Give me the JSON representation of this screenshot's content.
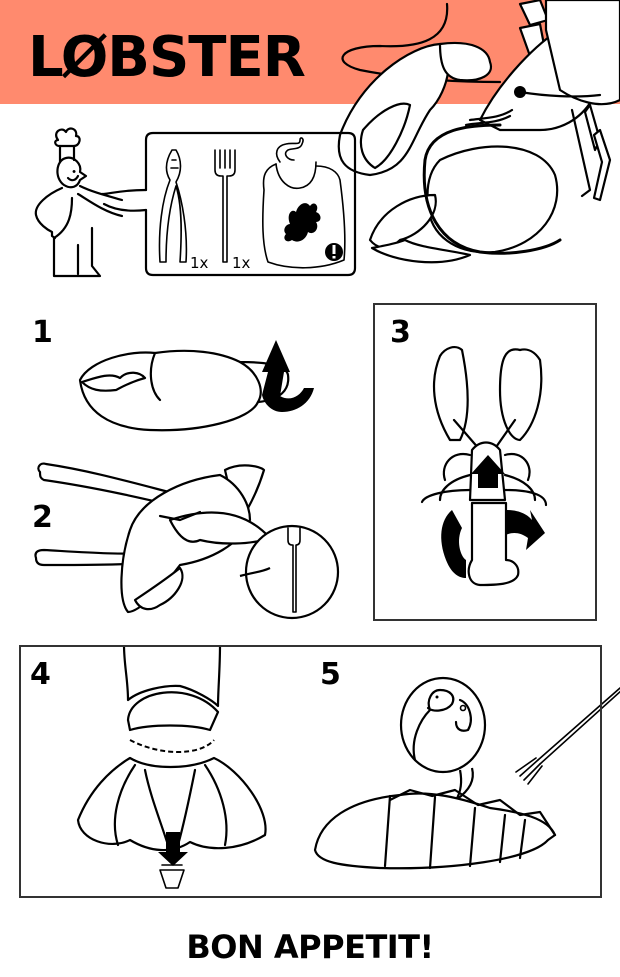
{
  "header": {
    "title": "LØBSTER",
    "banner_color": "#FF8A6E"
  },
  "tools": {
    "items": [
      {
        "icon": "nutcracker-icon",
        "quantity": "1x"
      },
      {
        "icon": "fork-icon",
        "quantity": "1x"
      },
      {
        "icon": "bib-icon",
        "quantity": ""
      }
    ],
    "warning_icon": "exclamation-icon"
  },
  "steps": [
    {
      "number": "1",
      "description_icon": "claw-twist-off-icon"
    },
    {
      "number": "2",
      "description_icon": "claw-crack-icon"
    },
    {
      "number": "3",
      "description_icon": "tail-twist-icon"
    },
    {
      "number": "4",
      "description_icon": "tail-fin-discard-icon"
    },
    {
      "number": "5",
      "description_icon": "eat-tail-meat-icon"
    }
  ],
  "footer": {
    "text": "BON APPETIT!"
  }
}
